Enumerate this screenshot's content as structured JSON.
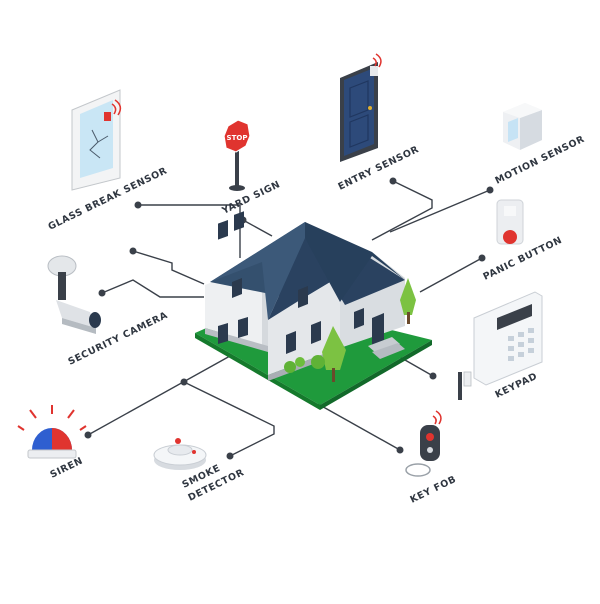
{
  "labels": {
    "glass_break": "GLASS BREAK SENSOR",
    "yard_sign": "YARD SIGN",
    "entry_sensor": "ENTRY SENSOR",
    "motion_sensor": "MOTION SENSOR",
    "panic_button": "PANIC BUTTON",
    "security_camera": "SECURITY CAMERA",
    "keypad": "KEYPAD",
    "siren": "SIREN",
    "smoke_detector_line1": "SMOKE",
    "smoke_detector_line2": "DETECTOR",
    "key_fob": "KEY FOB"
  },
  "stop_sign_text": "STOP",
  "colors": {
    "wire": "#3a4049",
    "roof": "#2f4763",
    "wall": "#e4e7ea",
    "lawn": "#1f9a3c",
    "tree": "#7cc242",
    "door": "#2d4a7a",
    "alert_red": "#e0342f",
    "siren_blue": "#2f5fd0",
    "label": "#2f3640"
  },
  "icons": [
    "glass-break-sensor-icon",
    "yard-sign-icon",
    "entry-sensor-icon",
    "motion-sensor-icon",
    "panic-button-icon",
    "security-camera-icon",
    "keypad-icon",
    "siren-icon",
    "smoke-detector-icon",
    "key-fob-icon",
    "house-icon"
  ]
}
